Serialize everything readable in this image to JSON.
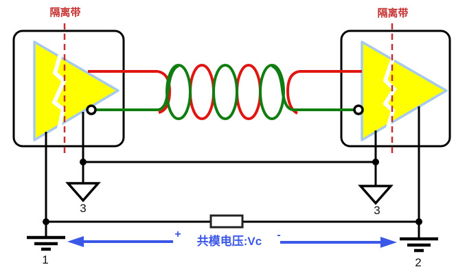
{
  "diagram": {
    "title_hint": "isolated differential signaling over twisted pair with common-mode voltage",
    "labels": {
      "isolation_left": "隔离带",
      "isolation_right": "隔离带",
      "common_mode_voltage": "共模电压:Vc",
      "plus": "+",
      "minus": "-",
      "ground_left_num": "1",
      "ground_right_num": "2",
      "chassis_left_num": "3",
      "chassis_right_num": "3"
    },
    "colors": {
      "wire_red": "#e01410",
      "wire_green": "#0f7d10",
      "isolation_red": "#c62f2f",
      "annotation_blue": "#3b57e8",
      "amplifier_fill": "#ffff00",
      "amplifier_stroke": "#a7c9ea",
      "wire_black": "#000000",
      "background": "#ffffff"
    }
  }
}
